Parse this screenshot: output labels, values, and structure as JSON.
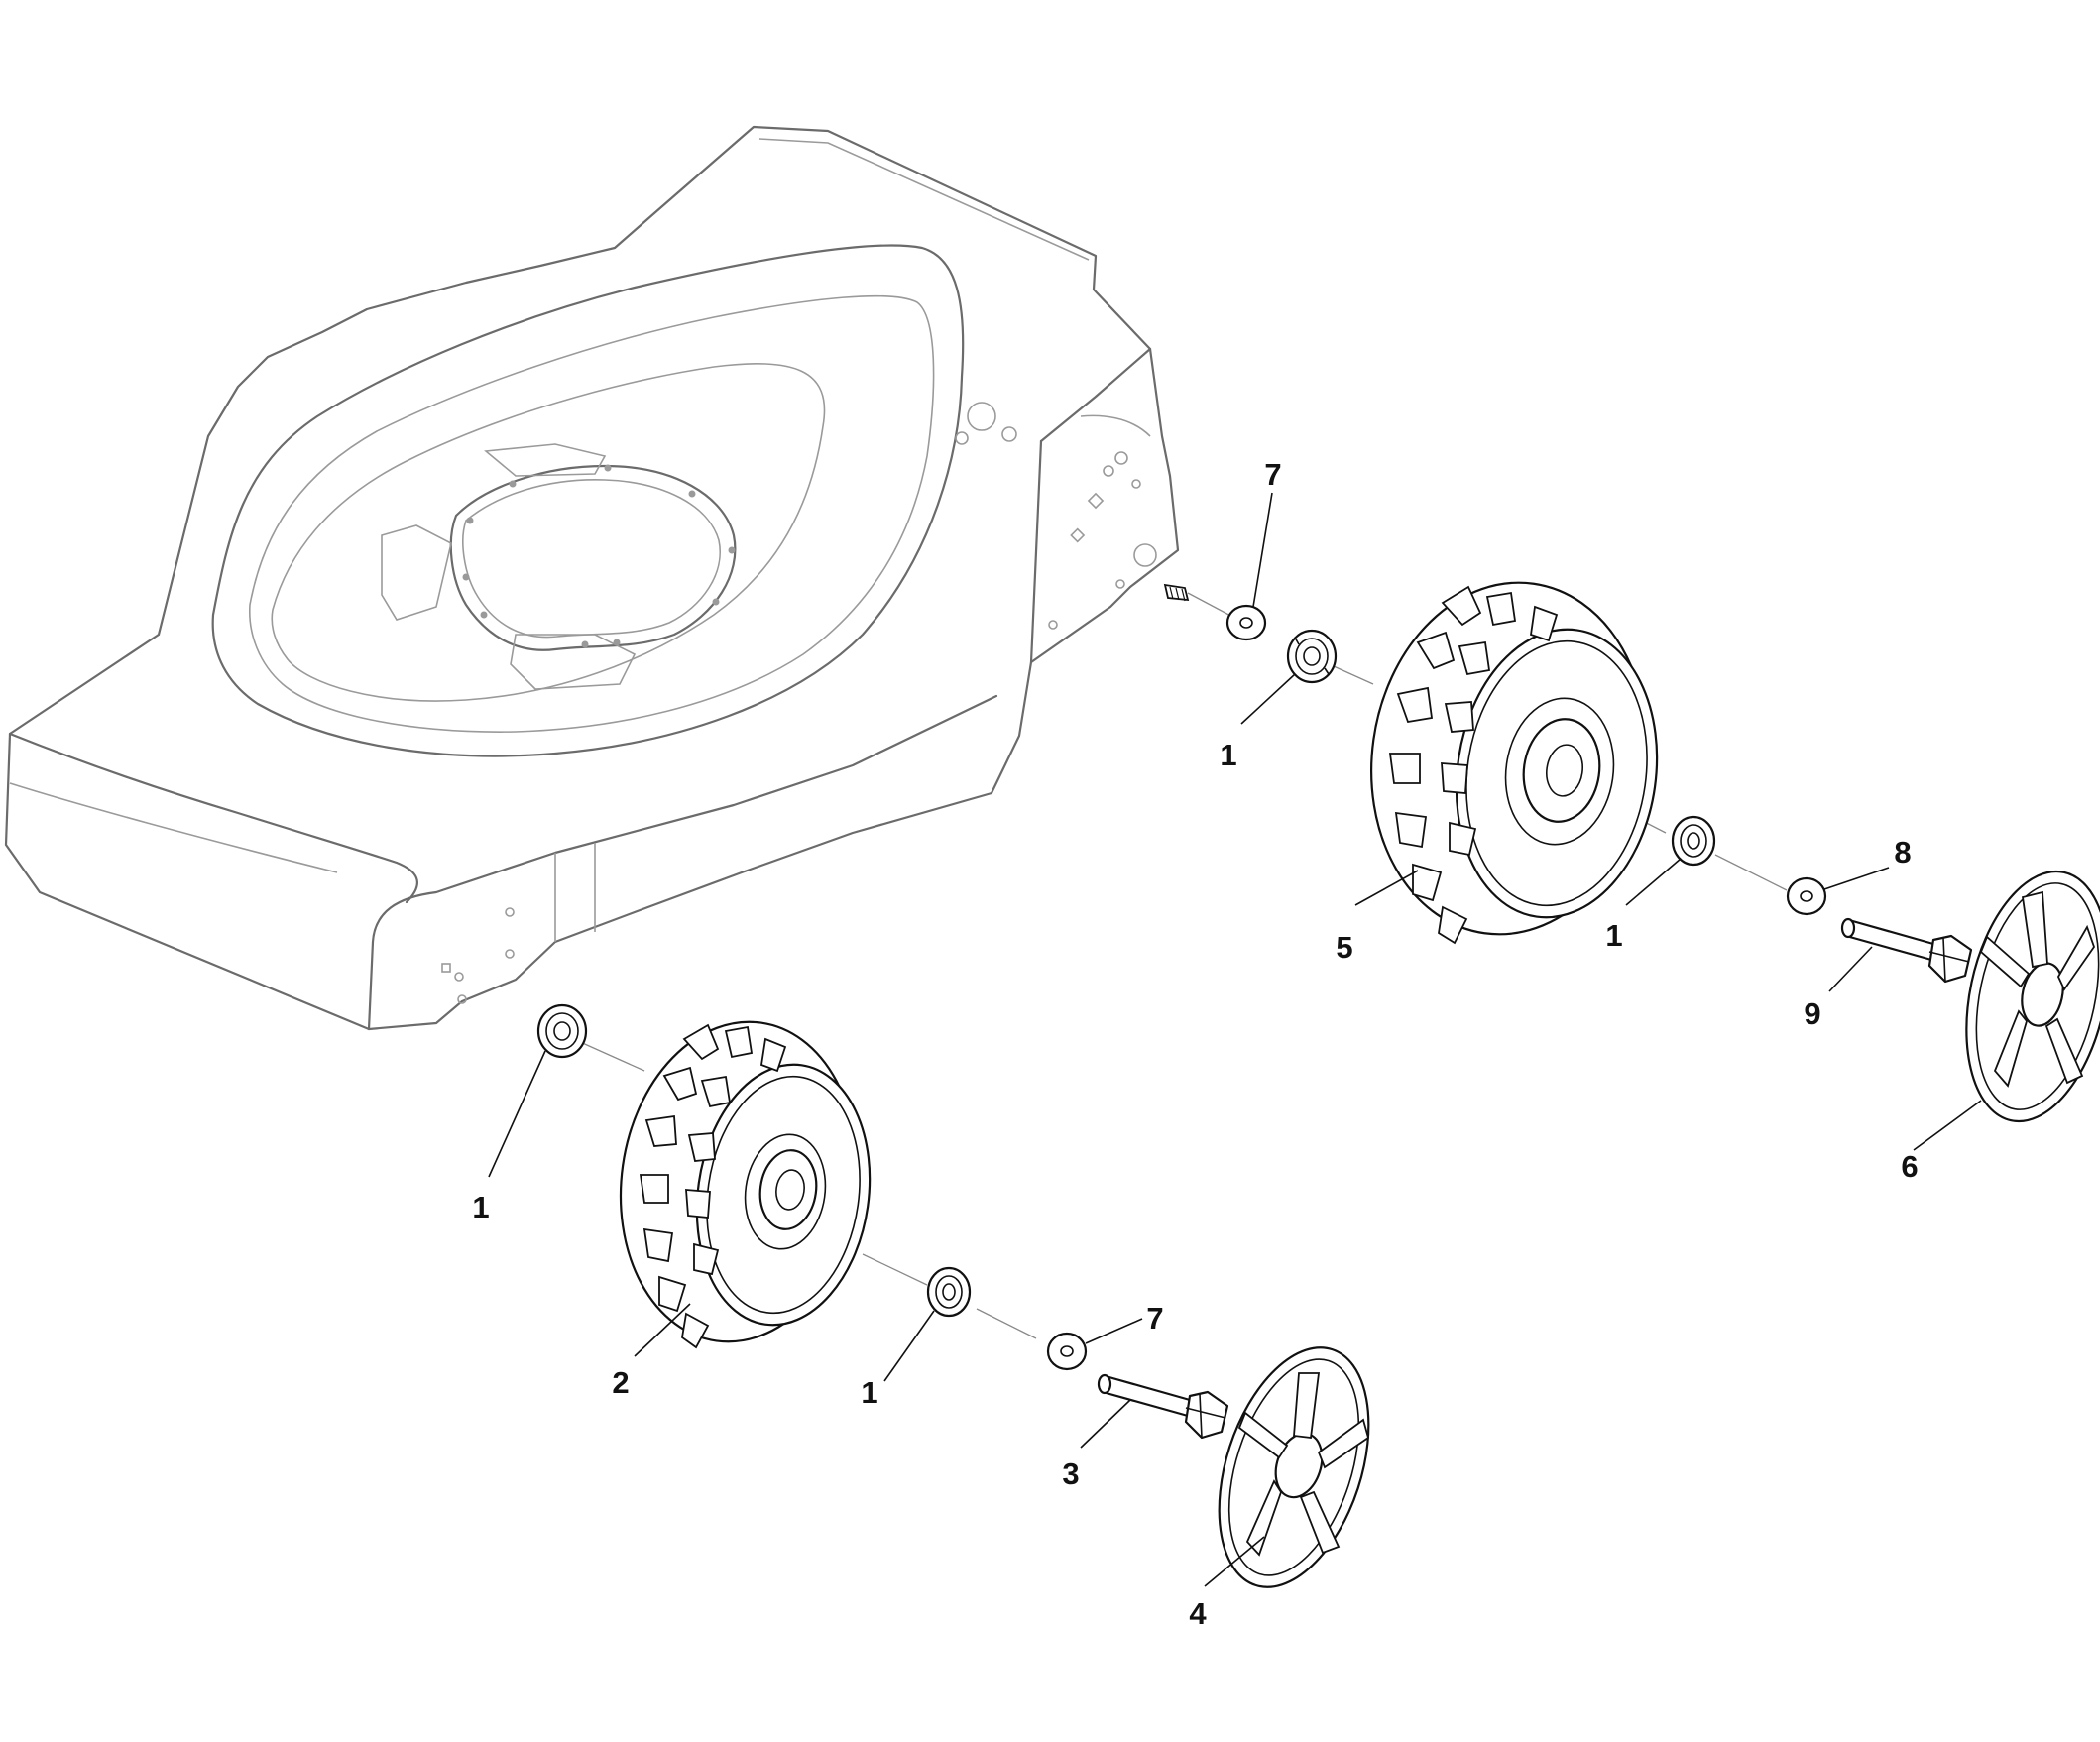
{
  "callouts": [
    {
      "id": "c7a",
      "text": "7"
    },
    {
      "id": "c1a",
      "text": "1"
    },
    {
      "id": "c5",
      "text": "5"
    },
    {
      "id": "c1b",
      "text": "1"
    },
    {
      "id": "c8",
      "text": "8"
    },
    {
      "id": "c9",
      "text": "9"
    },
    {
      "id": "c6",
      "text": "6"
    },
    {
      "id": "c1c",
      "text": "1"
    },
    {
      "id": "c2",
      "text": "2"
    },
    {
      "id": "c1d",
      "text": "1"
    },
    {
      "id": "c7b",
      "text": "7"
    },
    {
      "id": "c3",
      "text": "3"
    },
    {
      "id": "c4",
      "text": "4"
    }
  ]
}
